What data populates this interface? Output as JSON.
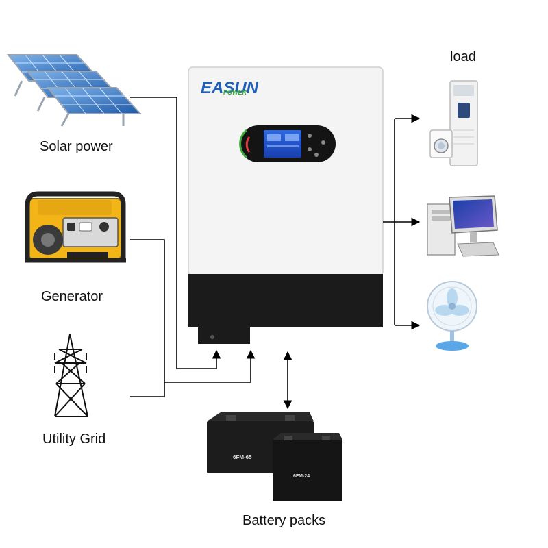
{
  "labels": {
    "solar": "Solar power",
    "generator": "Generator",
    "grid": "Utility Grid",
    "battery": "Battery packs",
    "load": "load"
  },
  "inverter": {
    "brand_line1": "EASUN",
    "brand_line2": "POWER"
  },
  "batteries": {
    "large_model": "6FM-65",
    "small_model": "6FM-24"
  },
  "load_devices": [
    "air-conditioner-and-washer",
    "desktop-computer",
    "electric-fan"
  ],
  "colors": {
    "line": "#000000",
    "inverter_body": "#f4f4f4",
    "inverter_base": "#1b1b1b",
    "brand_blue": "#1f5fb8",
    "brand_green": "#3aa935",
    "lcd_blue": "#1d4fcf",
    "solar_blue": "#2f74c8",
    "generator_yellow": "#f2b417"
  }
}
